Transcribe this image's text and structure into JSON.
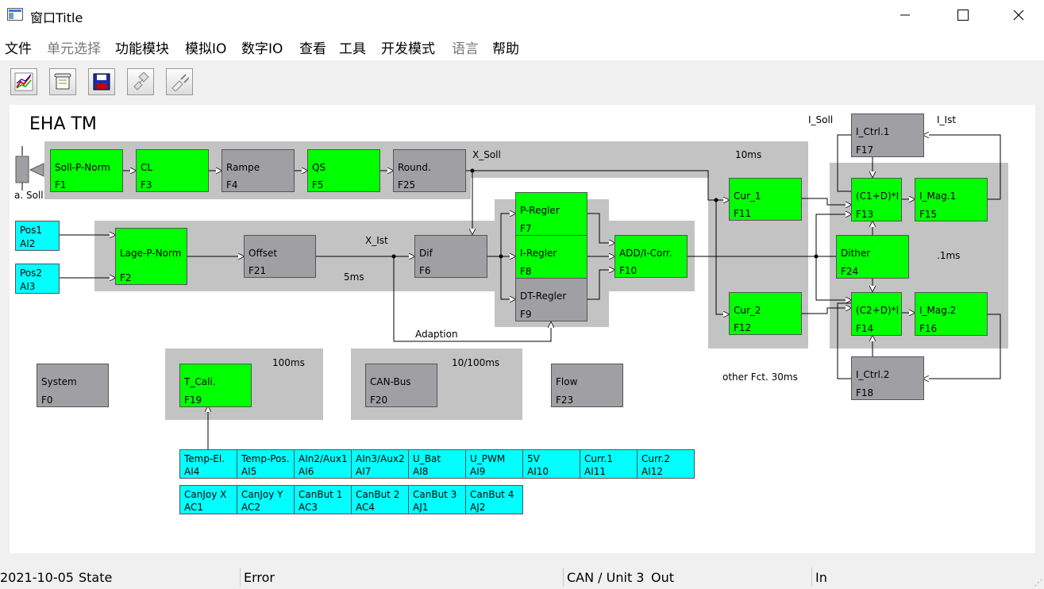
{
  "window": {
    "title": "窗口Title",
    "minimize_icon": "minimize-icon",
    "maximize_icon": "maximize-icon",
    "close_icon": "close-icon"
  },
  "menu": [
    {
      "label": "文件",
      "enabled": true
    },
    {
      "label": "单元选择",
      "enabled": false
    },
    {
      "label": "功能模块",
      "enabled": true
    },
    {
      "label": "模拟IO",
      "enabled": true
    },
    {
      "label": "数字IO",
      "enabled": true
    },
    {
      "label": "查看",
      "enabled": true
    },
    {
      "label": "工具",
      "enabled": true
    },
    {
      "label": "开发模式",
      "enabled": true
    },
    {
      "label": "语言",
      "enabled": false
    },
    {
      "label": "帮助",
      "enabled": true
    }
  ],
  "toolbar": [
    "chart-icon",
    "scroll-icon",
    "save-icon",
    "connect-icon",
    "plug-icon"
  ],
  "diagram": {
    "title": "EHA TM",
    "groups": [
      {
        "label": "10ms"
      },
      {
        "label": "5ms"
      },
      {
        "label": ".1ms"
      },
      {
        "label": "100ms"
      },
      {
        "label": "10/100ms"
      },
      {
        "label": "other Fct. 30ms"
      }
    ],
    "blocks": [
      {
        "name": "Soll-P-Norm",
        "id": "F1",
        "color": "green"
      },
      {
        "name": "CL",
        "id": "F3",
        "color": "green"
      },
      {
        "name": "Rampe",
        "id": "F4",
        "color": "gray"
      },
      {
        "name": "QS",
        "id": "F5",
        "color": "green"
      },
      {
        "name": "Round.",
        "id": "F25",
        "color": "gray"
      },
      {
        "name": "Lage-P-Norm",
        "id": "F2",
        "color": "green"
      },
      {
        "name": "Offset",
        "id": "F21",
        "color": "gray"
      },
      {
        "name": "Dif",
        "id": "F6",
        "color": "gray"
      },
      {
        "name": "P-Regler",
        "id": "F7",
        "color": "green"
      },
      {
        "name": "I-Regler",
        "id": "F8",
        "color": "green"
      },
      {
        "name": "DT-Regler",
        "id": "F9",
        "color": "gray"
      },
      {
        "name": "ADD/I-Corr.",
        "id": "F10",
        "color": "green"
      },
      {
        "name": "Cur_1",
        "id": "F11",
        "color": "green"
      },
      {
        "name": "Cur_2",
        "id": "F12",
        "color": "green"
      },
      {
        "name": "I_Ctrl.1",
        "id": "F17",
        "color": "gray"
      },
      {
        "name": "(C1+D)*I",
        "id": "F13",
        "color": "green"
      },
      {
        "name": "I_Mag.1",
        "id": "F15",
        "color": "green"
      },
      {
        "name": "Dither",
        "id": "F24",
        "color": "green"
      },
      {
        "name": "(C2+D)*I",
        "id": "F14",
        "color": "green"
      },
      {
        "name": "I_Mag.2",
        "id": "F16",
        "color": "green"
      },
      {
        "name": "I_Ctrl.2",
        "id": "F18",
        "color": "gray"
      },
      {
        "name": "System",
        "id": "F0",
        "color": "gray"
      },
      {
        "name": "T_Cali.",
        "id": "F19",
        "color": "green"
      },
      {
        "name": "CAN-Bus",
        "id": "F20",
        "color": "gray"
      },
      {
        "name": "Flow",
        "id": "F23",
        "color": "gray"
      }
    ],
    "inputs": [
      {
        "name": "Pos1",
        "id": "AI2"
      },
      {
        "name": "Pos2",
        "id": "AI3"
      }
    ],
    "analog_row1": [
      {
        "name": "Temp-El.",
        "id": "AI4"
      },
      {
        "name": "Temp-Pos.",
        "id": "AI5"
      },
      {
        "name": "AIn2/Aux1",
        "id": "AI6"
      },
      {
        "name": "AIn3/Aux2",
        "id": "AI7"
      },
      {
        "name": "U_Bat",
        "id": "AI8"
      },
      {
        "name": "U_PWM",
        "id": "AI9"
      },
      {
        "name": "5V",
        "id": "AI10"
      },
      {
        "name": "Curr.1",
        "id": "AI11"
      },
      {
        "name": "Curr.2",
        "id": "AI12"
      }
    ],
    "analog_row2": [
      {
        "name": "CanJoy X",
        "id": "AC1"
      },
      {
        "name": "CanJoy Y",
        "id": "AC2"
      },
      {
        "name": "CanBut 1",
        "id": "AC3"
      },
      {
        "name": "CanBut 2",
        "id": "AC4"
      },
      {
        "name": "CanBut 3",
        "id": "AJ1"
      },
      {
        "name": "CanBut 4",
        "id": "AJ2"
      }
    ],
    "signals": {
      "x_soll": "X_Soll",
      "x_ist": "X_Ist",
      "adaption": "Adaption",
      "i_soll": "I_Soll",
      "i_ist": "I_Ist",
      "a_soll": "a. Soll"
    },
    "colors": {
      "green": "#00ff00",
      "gray": "#a0a0a4",
      "cyan": "#00ffff",
      "group": "#c3c3c3"
    }
  },
  "status": {
    "date": "2021-10-05",
    "state": "State",
    "error": "Error",
    "can": "CAN / Unit 3",
    "out": "Out",
    "in": "In"
  }
}
